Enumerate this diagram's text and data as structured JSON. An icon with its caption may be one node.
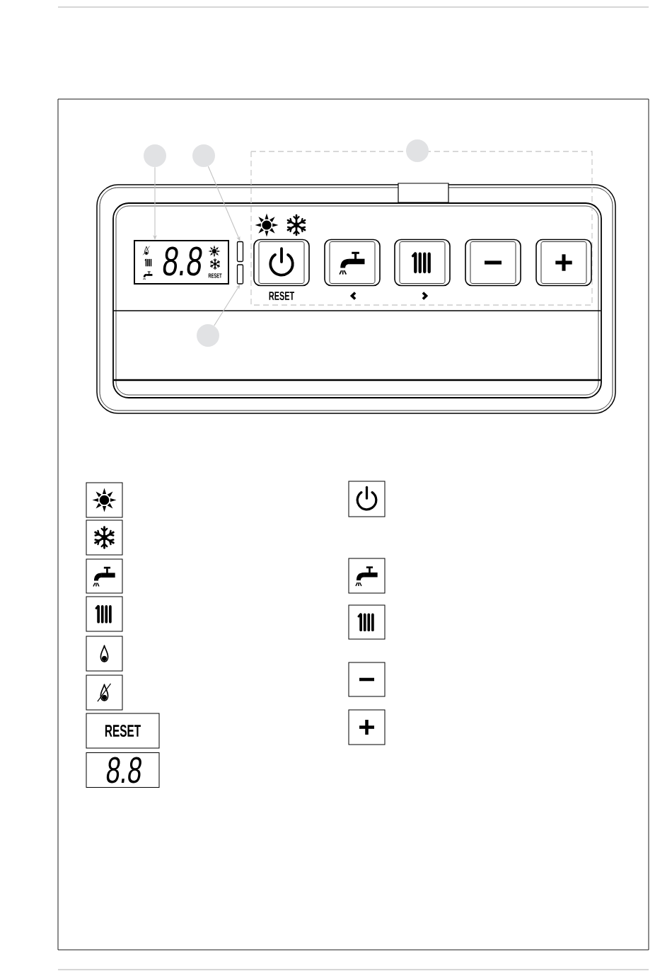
{
  "diagram": {
    "nodes": [
      {
        "text": [],
        "shape": "circle"
      },
      {
        "text": [],
        "shape": "circle"
      },
      {
        "text": [],
        "shape": "circle"
      },
      {
        "text": [
          "8.8",
          "RESET"
        ]
      },
      {
        "text": [],
        "shape": "box"
      },
      {
        "text": [],
        "shape": "box"
      },
      {
        "text": [],
        "shape": "circle"
      },
      {
        "text": [
          "RESET"
        ]
      },
      {
        "text": [
          "8.8"
        ]
      }
    ],
    "edges": [
      {
        "from": 0,
        "to": 3,
        "arrow": "to"
      },
      {
        "from": 1,
        "to": 4,
        "arrow": "to"
      },
      {
        "from": 6,
        "to": 5,
        "arrow": "to"
      }
    ],
    "labels": [
      "RESET"
    ]
  }
}
